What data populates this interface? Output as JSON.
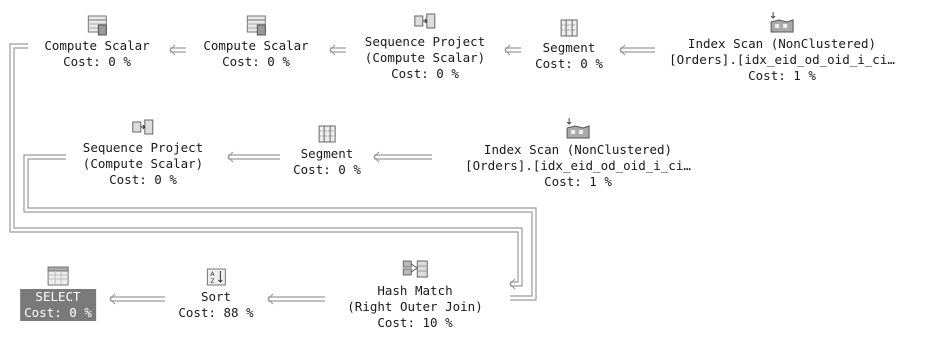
{
  "plan": {
    "row1": {
      "compute_scalar_1": {
        "name": "Compute Scalar",
        "cost": "Cost: 0 %"
      },
      "compute_scalar_2": {
        "name": "Compute Scalar",
        "cost": "Cost: 0 %"
      },
      "sequence_project": {
        "name": "Sequence Project",
        "detail": "(Compute Scalar)",
        "cost": "Cost: 0 %"
      },
      "segment": {
        "name": "Segment",
        "cost": "Cost: 0 %"
      },
      "index_scan": {
        "name": "Index Scan (NonClustered)",
        "detail": "[Orders].[idx_eid_od_oid_i_ci…",
        "cost": "Cost: 1 %"
      }
    },
    "row2": {
      "sequence_project": {
        "name": "Sequence Project",
        "detail": "(Compute Scalar)",
        "cost": "Cost: 0 %"
      },
      "segment": {
        "name": "Segment",
        "cost": "Cost: 0 %"
      },
      "index_scan": {
        "name": "Index Scan (NonClustered)",
        "detail": "[Orders].[idx_eid_od_oid_i_ci…",
        "cost": "Cost: 1 %"
      }
    },
    "row3": {
      "select": {
        "name": "SELECT",
        "cost": "Cost: 0 %"
      },
      "sort": {
        "name": "Sort",
        "cost": "Cost: 88 %"
      },
      "hash_match": {
        "name": "Hash Match",
        "detail": "(Right Outer Join)",
        "cost": "Cost: 10 %"
      }
    }
  },
  "colors": {
    "arrow": "#9a9a9a",
    "selected_bg": "#7a7a7a",
    "text": "#1a1a1a"
  },
  "icons": {
    "compute_scalar": "table-calculator-icon",
    "sequence_project": "sequence-project-icon",
    "segment": "segment-grid-icon",
    "index_scan": "index-scan-icon",
    "select": "table-icon",
    "sort": "sort-az-icon",
    "hash_match": "hash-match-icon"
  }
}
